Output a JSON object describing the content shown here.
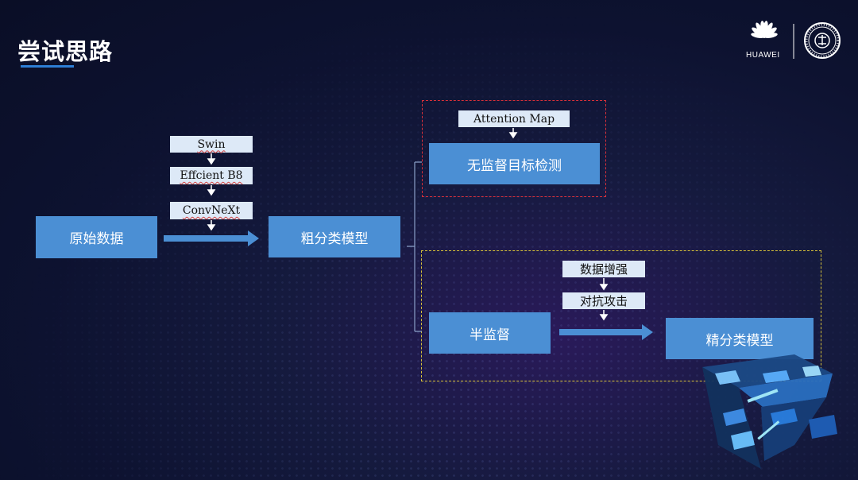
{
  "header": {
    "title": "尝试思路",
    "logo_text": "HUAWEI"
  },
  "diagram": {
    "source_box": "原始数据",
    "coarse_model_box": "粗分类模型",
    "backbones": [
      "Swin",
      "Effcient B8",
      "ConvNeXt"
    ],
    "unsupervised_branch": {
      "hint": "Attention Map",
      "box": "无监督目标检测"
    },
    "semi_branch": {
      "box": "半监督",
      "techniques": [
        "数据增强",
        "对抗攻击"
      ],
      "target_box": "精分类模型"
    }
  },
  "colors": {
    "box_fill": "#4b8fd4",
    "tag_fill": "#dde9f7",
    "arrow": "#4b8fd4",
    "red_dash": "#d9303a",
    "yellow_dash": "#d8c23a",
    "accent_underline": "#2e7fd6"
  }
}
